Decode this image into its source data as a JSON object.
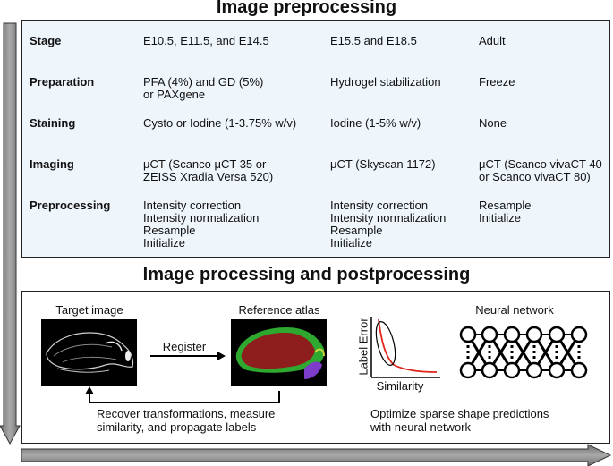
{
  "titles": {
    "preprocessing": "Image preprocessing",
    "processing": "Image processing and postprocessing"
  },
  "table": {
    "rows": [
      {
        "label": "Stage",
        "cells": [
          "E10.5, E11.5, and E14.5",
          "E15.5 and E18.5",
          "Adult"
        ]
      },
      {
        "label": "Preparation",
        "cells": [
          "PFA (4%) and GD (5%)\nor PAXgene",
          "Hydrogel stabilization",
          "Freeze"
        ]
      },
      {
        "label": "Staining",
        "cells": [
          "Cysto or Iodine (1-3.75% w/v)",
          "Iodine (1-5% w/v)",
          "None"
        ]
      },
      {
        "label": "Imaging",
        "cells": [
          "μCT (Scanco μCT 35 or\nZEISS Xradia Versa 520)",
          "μCT (Skyscan 1172)",
          "μCT (Scanco vivaCT 40\nor Scanco vivaCT 80)"
        ]
      },
      {
        "label": "Preprocessing",
        "cells": [
          "Intensity correction\nIntensity normalization\nResample\nInitialize",
          "Intensity correction\nIntensity normalization\nResample\nInitialize",
          "Resample\nInitialize"
        ]
      }
    ]
  },
  "processing": {
    "target_label": "Target image",
    "atlas_label": "Reference atlas",
    "register_label": "Register",
    "feedback_text": "Recover transformations, measure\nsimilarity, and propagate labels",
    "plot": {
      "ylabel": "Label Error",
      "xlabel": "Similarity"
    },
    "nn_label": "Neural network",
    "optimize_text": "Optimize sparse shape predictions\nwith neural network"
  },
  "colors": {
    "panel_bg": "#eef5fb",
    "arrow_gray": "#8c8c8c",
    "curve_red": "#e0261b",
    "atlas_red": "#8e1d1d",
    "atlas_green": "#2fa82f",
    "atlas_purple": "#7d3cc9"
  }
}
